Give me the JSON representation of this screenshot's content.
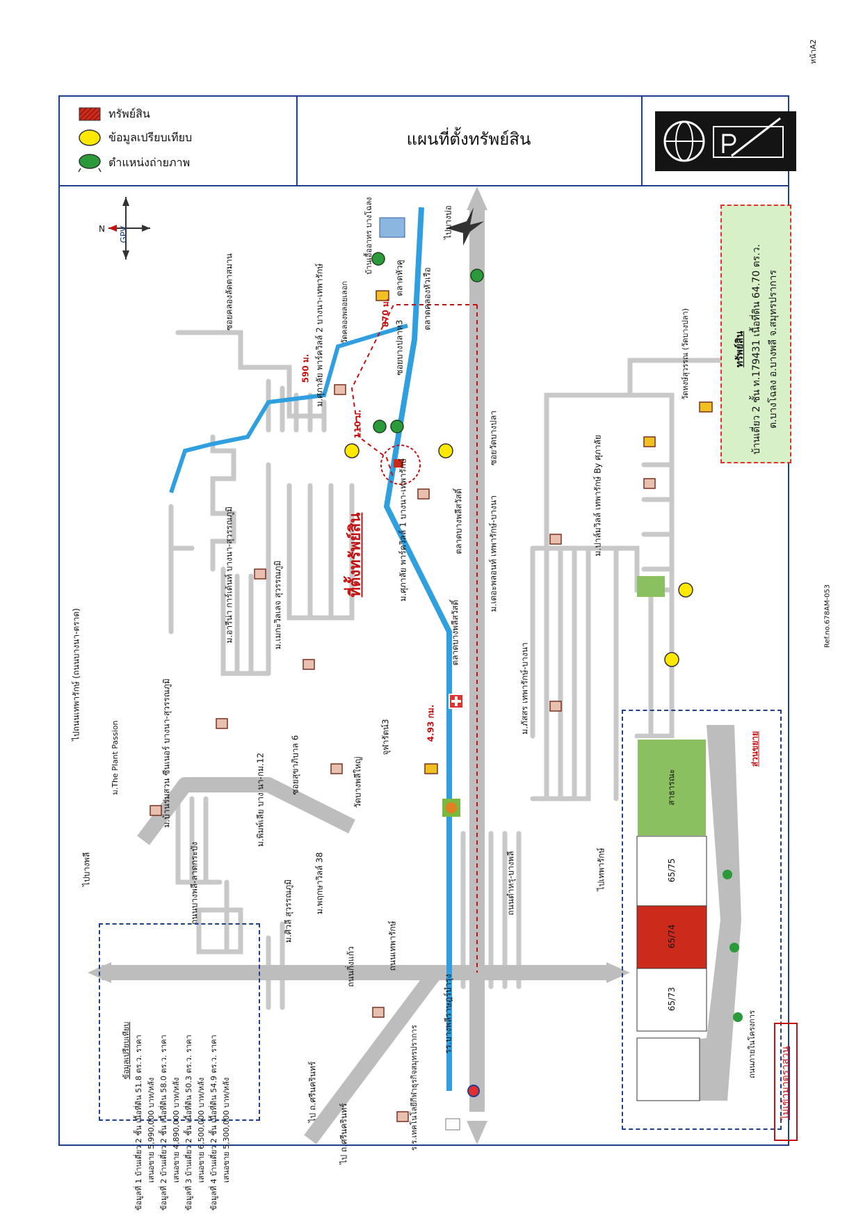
{
  "page_no": "หน้าA2",
  "ref_no": "Ref.no.678AM-053",
  "title": "แผนที่ตั้งทรัพย์สิน",
  "legend": [
    {
      "label": "ทรัพย์สิน",
      "icon": "hatched-square-icon",
      "color": "#cc2a1a"
    },
    {
      "label": "ข้อมูลเปรียบเทียบ",
      "icon": "yellow-circle-icon",
      "color": "#ffe800"
    },
    {
      "label": "ตำแหน่งถ่ายภาพ",
      "icon": "green-camera-icon",
      "color": "#2a9a3a"
    }
  ],
  "compass": {
    "n_label": "N",
    "mark": "GPV"
  },
  "property_box": {
    "heading": "ทรัพย์สิน",
    "line1": "บ้านเดี่ยว 2 ชั้น ท.179431 เนื้อที่ดิน 64.70 ตร.ว.",
    "line2": "ต.บางโฉลง อ.บางพลี จ.สมุทรปราการ"
  },
  "comparison": {
    "heading": "ข้อมูลเปรียบเทียบ",
    "items": [
      {
        "line1": "ข้อมูลที่ 1 บ้านเดี่ยว 2 ชั้น เนื้อที่ดิน 51.8 ตร.ว. ราคา",
        "line2": "เสนอขาย 5,990,000 บาท/หลัง"
      },
      {
        "line1": "ข้อมูลที่ 2 บ้านเดี่ยว 2 ชั้น เนื้อที่ดิน 58.0 ตร.ว. ราคา",
        "line2": "เสนอขาย 4,890,000 บาท/หลัง"
      },
      {
        "line1": "ข้อมูลที่ 3 บ้านเดี่ยว 2 ชั้น เนื้อที่ดิน 50.3 ตร.ว. ราคา",
        "line2": "เสนอขาย 6,500,000 บาท/หลัง"
      },
      {
        "line1": "ข้อมูลที่ 4 บ้านเดี่ยว 2 ชั้น เนื้อที่ดิน 54.9 ตร.ว. ราคา",
        "line2": "เสนอขาย 5,300,000 บาท/หลัง"
      }
    ]
  },
  "map_labels": {
    "location": "ที่ตั้งทรัพย์สิน",
    "to_bangbo": "ไปบางบ่อ",
    "to_bangphli": "ไปบางพลี",
    "to_thepharak": "ไปถนนเทพารักษ์ (ถนนบางนา-ตราด)",
    "to_thepha": "ไปเทพารักษ์",
    "to_srinakarin1": "ไป ถ.ศรีนครินทร์",
    "to_srinakarin2": "ไป ถ.ศรีนครินทร์",
    "road_bangphli": "ถนนบางพลี-ลาดกระบัง",
    "road_tamru": "ถนนตำหรุ-บางพลี",
    "road_thepharak": "ถนนเทพารักษ์",
    "road_king_kaew": "ถนนกิ่งแก้ว",
    "soi_bangpla": "ซอยวัดบางปลา",
    "soi_sukhapiban6": "ซอยสุขาภิบาล 6",
    "soi_bangplahoo": "ซอยบางปลาห3",
    "soi_dintai": "ซอยคลองลัดตาสมาน",
    "wat_bangphli_yai": "วัดบางพลีใหญ่",
    "wat_bangpla": "วัดหงษ์สุวรรณ (วัดบางปลา)",
    "wat_klong_tho": "วัดคลองพลอยเลอก",
    "thepharak3": "จุฬารัตน์3",
    "tesco": "ตลาดบางพลีสวัสดิ์",
    "rv_b1": "ม.ศุภาลัย พาร์ควิลล์ 1 บางนา-เทพารักษ์",
    "rv_b2": "ม.ศุภาลัย พาร์ควิลล์ 2 บางนา-เทพารักษ์",
    "rv_plenitude": "ม.เดอะพลอนท์ เทพารักษ์-บางนา",
    "rv_villa": "ม.ปาล์มวิลล์ เทพารักษ์ By ศุภาลัย",
    "rv_inizio": "ม.อารีน่า การ์เด้นท์ บางนา-สุวรรณภูมิ",
    "rv_mega": "ม.เมกะวิลเลจ สุวรรณภูมิ",
    "rv_thepharak_bn": "ม.ภัสสร เทพารักษ์-บางนา",
    "rv_plant": "ม.The Plant Passion",
    "rv_baan_suan": "ม.บ้านร่มสวน ซีนเนอร์ บางนา-สุวรรณภูมิ",
    "rv_pruksa": "ม.พฤกษาวิลล์ 38",
    "rv_sivali": "ม.ศิวลี สุวรรณภูมิ",
    "rv_baan_ua": "ม.พิมพ์เลีย บาง นา-กม.12",
    "hospital_label": "รร.บางพลีราษฎร์บำรุง",
    "chaopraya": "ตลาดบางพลีสวัสดิ์",
    "dist_493": "4.93 กม.",
    "dist_870": "870 ม.",
    "dist_590": "590 ม.",
    "dist_110": "110 ม.",
    "nonthaburi": "ร.ร.เทคโนโลยีกีฬาธุรกิจสมุทรปราการ",
    "airport": "บ้านเอื้ออาทร บางโฉลง",
    "kingkaew_sign": "ตลาดหัวคู",
    "market_kk": "ตลาดคลองหัวเรือ"
  },
  "inset": {
    "zone_label": "ส่วนขยาย",
    "plot_common": "สาธารณะ",
    "plot_a": "65/75",
    "plot_b": "65/74",
    "plot_c": "65/73",
    "road": "ถนนภายในโครงการ"
  },
  "not_to_scale": "ไม่เข้ามาตราส่วน",
  "colors": {
    "frame": "#1f3f8a",
    "road": "#c8c8c8",
    "canal": "#2f9fe0",
    "route": "#c41010",
    "property": "#cc2a1a"
  }
}
